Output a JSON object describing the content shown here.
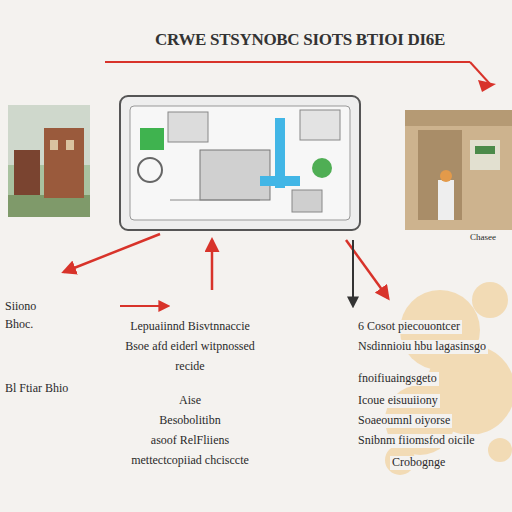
{
  "diagram": {
    "title": "CRWE STSYNOBC SIOTS BTIOI DI6E",
    "labels": [
      "Siiono",
      "Bhoc.",
      "Bl Ftiar Bhio",
      "Lepuaiinnd Bisvtnnaccie",
      "Bsoe afd eiderl witpnossed",
      "recide",
      "Aise",
      "Besobolitibn",
      "asoof RelFliiens",
      "mettectcopiiad chcisccte",
      "6 Cosot piecouontcer",
      "Nsdinnioiu hbu lagasinsgo",
      "fnoifiuaingsgeto",
      "Icoue eisuuiiony",
      "Soaeoumnl oiyorse",
      "Snibnm fiiomsfod oicile",
      "Crobognge",
      "Chasee"
    ]
  }
}
